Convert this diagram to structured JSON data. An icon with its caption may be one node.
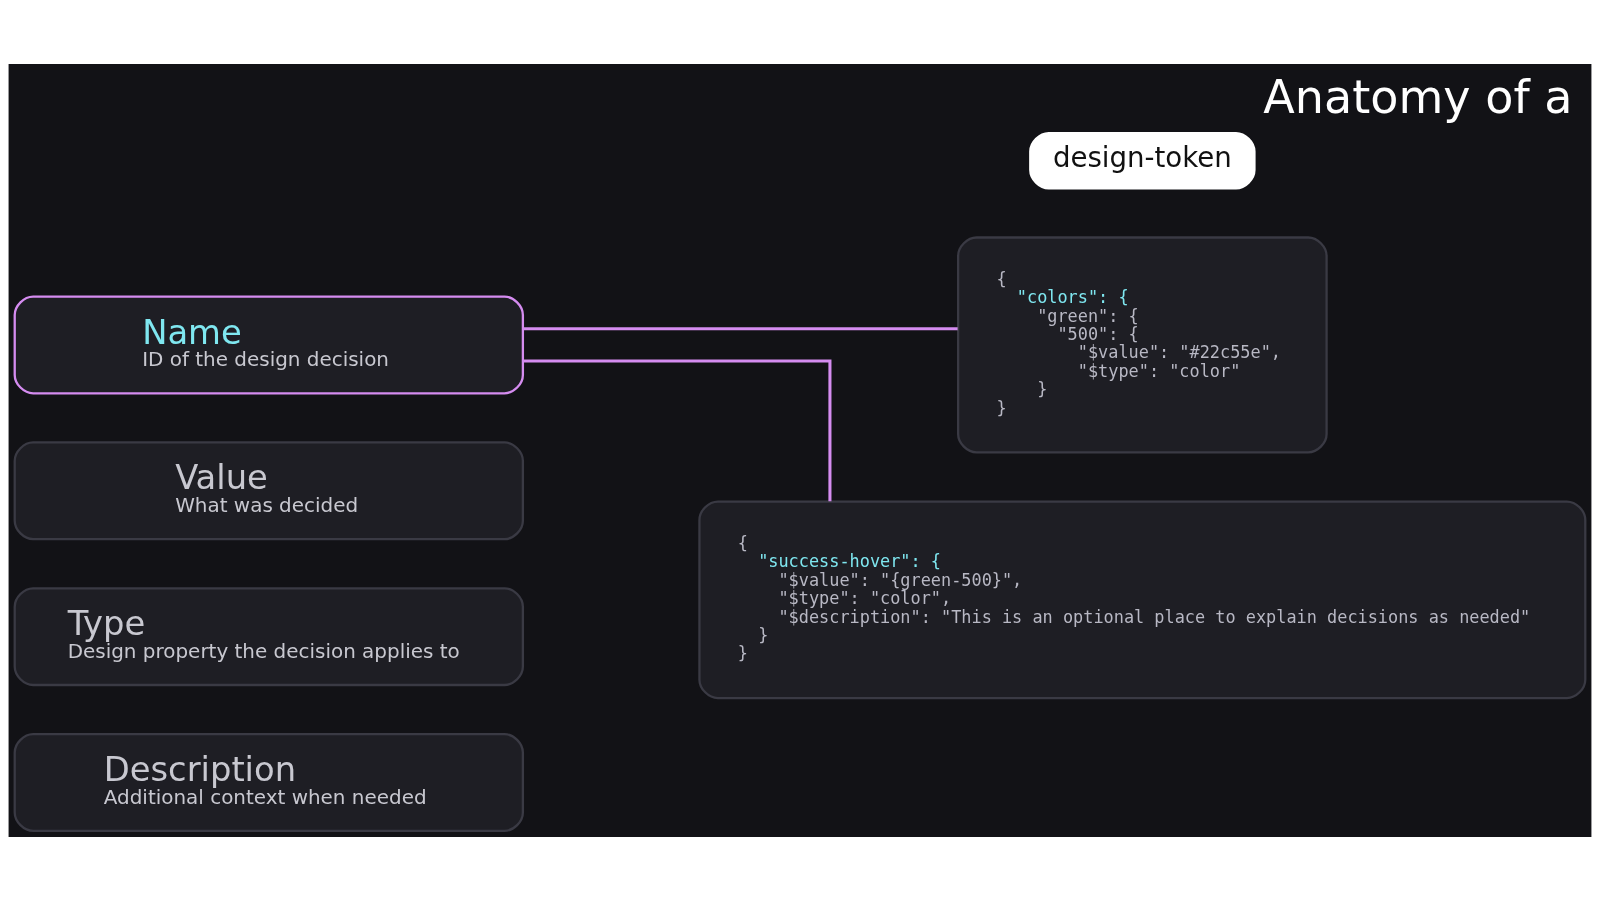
{
  "diagram": {
    "title": "Anatomy of a",
    "nodes": [
      {
        "text": [
          "Name",
          "ID of the design decision"
        ]
      },
      {
        "text": [
          "Value",
          "What was decided"
        ]
      },
      {
        "text": [
          "Type",
          "Design property the decision applies to"
        ]
      },
      {
        "text": [
          "Description",
          "Additional context when needed"
        ]
      },
      {
        "text": [
          "{",
          "\"colors\": {",
          "\"green\": {",
          "\"500\": {",
          "\"$value\": \"#22c55e\",",
          "\"$type\": \"color\"",
          "}",
          "}"
        ]
      },
      {
        "text": [
          "{",
          "\"success-hover\": {",
          "\"$value\": \"{green-500}\",",
          "\"$type\": \"color\",",
          "\"$description\": \"This is an optional place to explain decisions as needed\"",
          "}",
          "}"
        ]
      }
    ],
    "edges": [
      {
        "from": 0,
        "to": 4,
        "arrow": "none"
      },
      {
        "from": 0,
        "to": 5,
        "arrow": "none"
      }
    ],
    "labels": [
      "design-token"
    ]
  }
}
